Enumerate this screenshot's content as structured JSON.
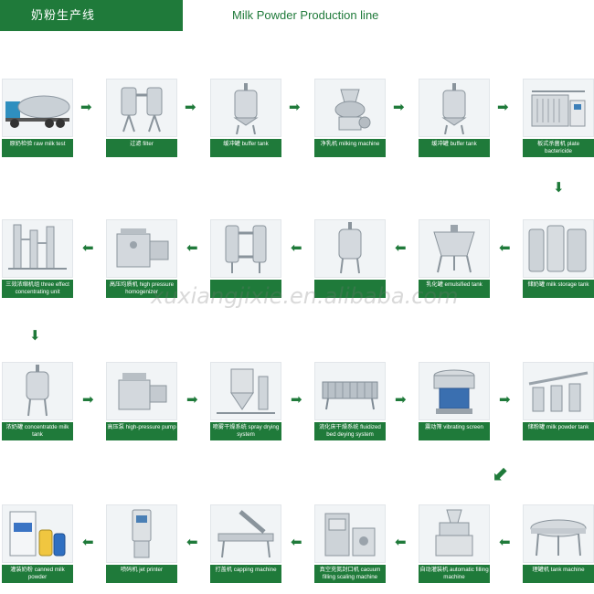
{
  "header": {
    "tab_label": "奶粉生产线",
    "title": "Milk Powder Production line"
  },
  "watermark": "xuxiangjixie.en.alibaba.com",
  "accent_color": "#1f7a3a",
  "steps": [
    {
      "label": "原奶检验  raw milk test",
      "icon": "tanker-truck-icon"
    },
    {
      "label": "过滤  filter",
      "icon": "twin-filter-icon"
    },
    {
      "label": "缓冲罐  buffer tank",
      "icon": "buffer-tank-icon"
    },
    {
      "label": "净乳机  milking machine",
      "icon": "separator-icon"
    },
    {
      "label": "缓冲罐  buffer tank",
      "icon": "buffer-tank-icon"
    },
    {
      "label": "板式杀菌机  plate bactericide",
      "icon": "plate-sterilizer-icon"
    },
    {
      "label": "储奶罐  milk storage tank",
      "icon": "storage-silo-icon"
    },
    {
      "label": "乳化罐  emulsified tank",
      "icon": "emulsifying-tank-icon"
    },
    {
      "label": "",
      "icon": "jacketed-tank-icon"
    },
    {
      "label": "",
      "icon": "duplex-filter-icon"
    },
    {
      "label": "高压均质机  high pressure homogenizer",
      "icon": "homogenizer-icon"
    },
    {
      "label": "三效浓缩机组  three effect concentrating unit",
      "icon": "evaporator-icon"
    },
    {
      "label": "浓奶罐  concentratde milk tank",
      "icon": "concentrate-tank-icon"
    },
    {
      "label": "高压泵  high-pressure pump",
      "icon": "pressure-pump-icon"
    },
    {
      "label": "喷雾干燥系统  spray drying system",
      "icon": "spray-dryer-icon"
    },
    {
      "label": "流化床干燥系统  fluidized bed deying system",
      "icon": "fluid-bed-dryer-icon"
    },
    {
      "label": "震动筛  vibrating screen",
      "icon": "vibrating-screen-icon"
    },
    {
      "label": "储粉罐  milk powder tank",
      "icon": "powder-tank-icon"
    },
    {
      "label": "理罐机  tank machine",
      "icon": "can-unscrambler-icon"
    },
    {
      "label": "自动灌装机  automatic filling machine",
      "icon": "filling-machine-icon"
    },
    {
      "label": "真空充氮封口机  cacuum filling scaling machine",
      "icon": "seaming-machine-icon"
    },
    {
      "label": "打盖机  capping machine",
      "icon": "capping-machine-icon"
    },
    {
      "label": "喷码机  jet printer",
      "icon": "inkjet-printer-icon"
    },
    {
      "label": "灌装奶粉  canned milk powder",
      "icon": "milk-powder-cans-icon"
    }
  ]
}
